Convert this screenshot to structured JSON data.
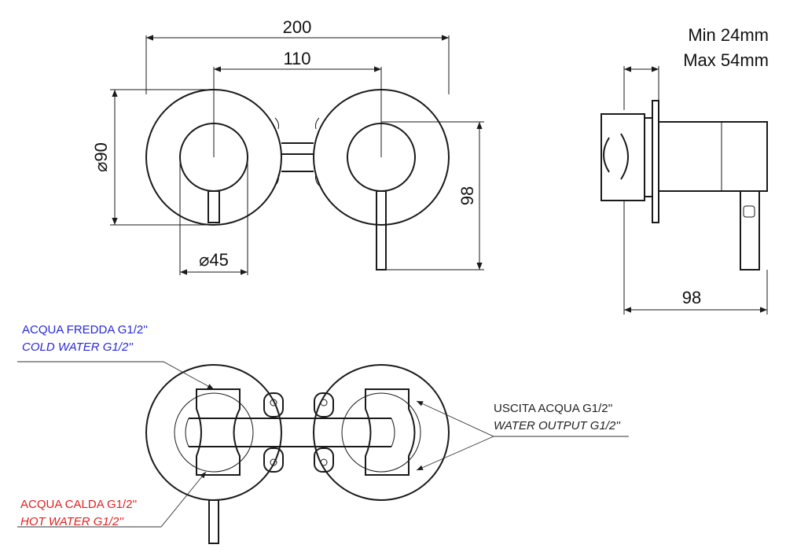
{
  "dimensions": {
    "overall_width": "200",
    "center_distance": "110",
    "plate_diameter": "⌀90",
    "handle_diameter": "⌀45",
    "front_height": "98",
    "side_depth": "98",
    "wall_min": "Min 24mm",
    "wall_max": "Max 54mm"
  },
  "labels": {
    "cold_it": "ACQUA FREDDA G1/2''",
    "cold_en": "COLD WATER G1/2''",
    "hot_it": "ACQUA CALDA G1/2''",
    "hot_en": "HOT WATER G1/2''",
    "out_it": "USCITA ACQUA G1/2''",
    "out_en": "WATER OUTPUT G1/2''"
  },
  "colors": {
    "cold": "#2929d6",
    "hot": "#e02020",
    "line": "#1a1a1a"
  }
}
